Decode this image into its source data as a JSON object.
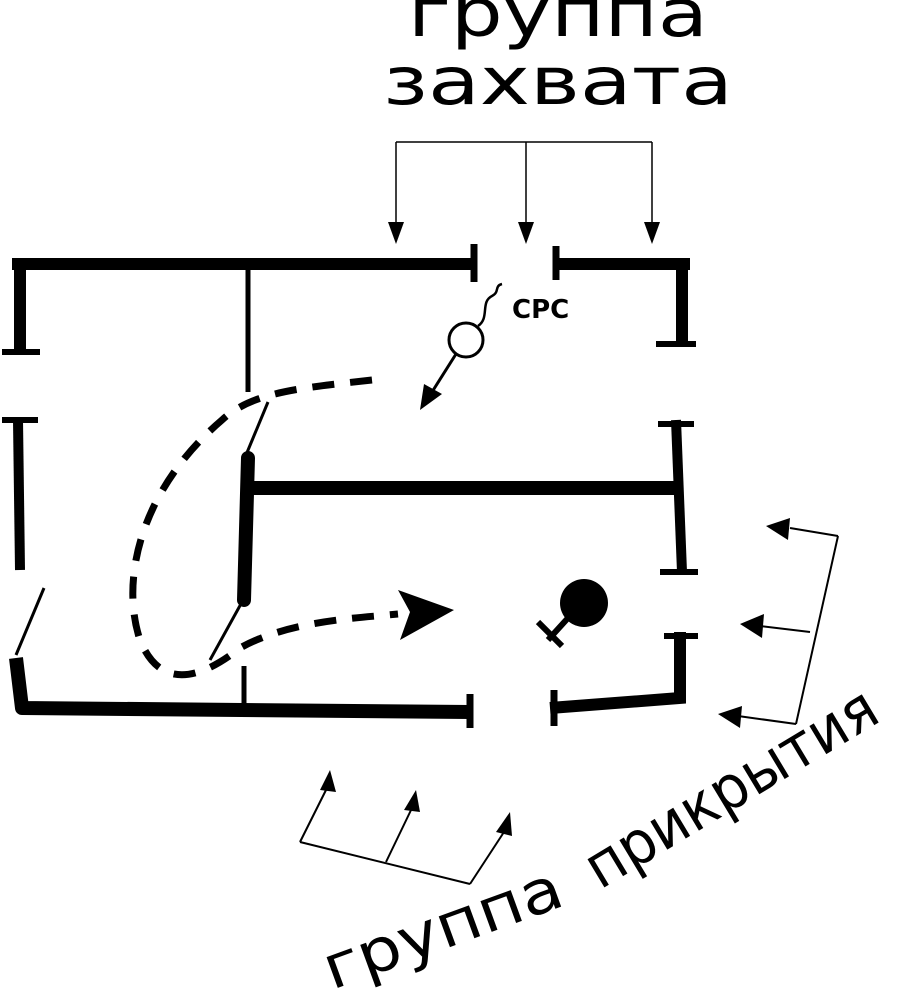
{
  "labels": {
    "capture_group_line1": "группа",
    "capture_group_line2": "захвата",
    "cover_group_word1": "группа",
    "cover_group_word2": "прикрытия",
    "device": "СРС"
  },
  "colors": {
    "ink": "#000000",
    "background": "#ffffff"
  },
  "icons": {
    "device": "antenna-device-icon",
    "target": "target-person-icon"
  }
}
